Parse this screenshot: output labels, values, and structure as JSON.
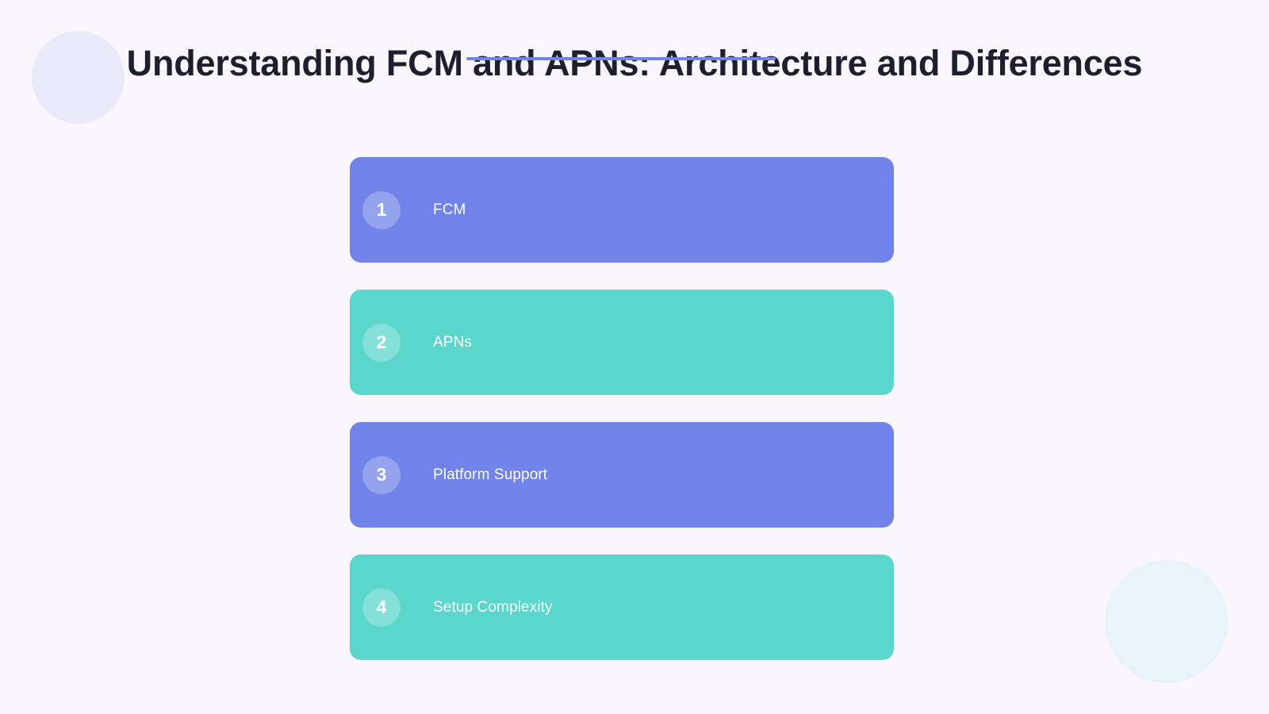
{
  "slide": {
    "background_color": "#faf6fd",
    "title": "Understanding FCM and APNs: Architecture and Differences",
    "accent_color": "#7183e8",
    "title_color": "#1d1f2e"
  },
  "decorations": [
    {
      "name": "top-left-circle",
      "color": "#e9e9f9"
    },
    {
      "name": "bottom-right-circle",
      "color": "#e7f2f9"
    }
  ],
  "cards": [
    {
      "number": "1",
      "label": "FCM",
      "color": "#7183e8",
      "theme": "blue"
    },
    {
      "number": "2",
      "label": "APNs",
      "color": "#5bd6cd",
      "theme": "teal"
    },
    {
      "number": "3",
      "label": "Platform Support",
      "color": "#7183e8",
      "theme": "blue"
    },
    {
      "number": "4",
      "label": "Setup Complexity",
      "color": "#5bd6cd",
      "theme": "teal"
    }
  ]
}
